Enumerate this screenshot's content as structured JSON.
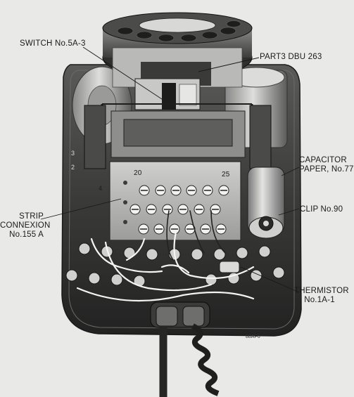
{
  "labels": {
    "switch": "SWITCH No.5A-3",
    "part3": "PART3 DBU 263",
    "capacitor_line1": "CAPACITOR",
    "capacitor_line2": "PAPER, No.77",
    "strip_line1": "STRIP",
    "strip_line2": "CONNEXION",
    "strip_line3": "No.155 A",
    "clip": "CLIP No.90",
    "thermistor_line1": "THERMISTOR",
    "thermistor_line2": "No.1A-1"
  },
  "terminal_numbers": {
    "n20": "20",
    "n25": "25",
    "n3": "3",
    "n2": "2",
    "n4": "4"
  },
  "reference_code": "88AF6",
  "colors": {
    "background": "#e9e9e7",
    "body_dark": "#3a3a3a",
    "metal": "#a8a8a6",
    "ink": "#1a1a1a"
  }
}
